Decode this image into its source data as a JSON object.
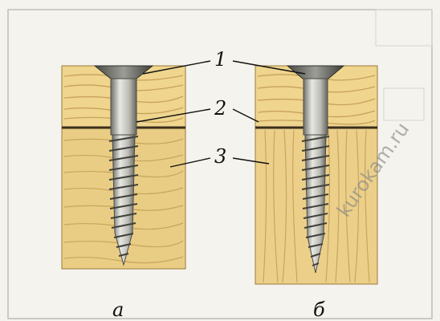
{
  "callouts": {
    "screw_head": "1",
    "joint_line": "2",
    "lower_board": "3"
  },
  "captions": {
    "left": "а",
    "right": "б"
  },
  "watermark": "kurokam.ru",
  "colors": {
    "wood_light": "#efd58e",
    "wood_mid": "#e5c67c",
    "grain": "#c7a25a",
    "steel": "#cfcfc9",
    "steel_dark": "#5b5b57",
    "background": "#f4f3ee"
  }
}
